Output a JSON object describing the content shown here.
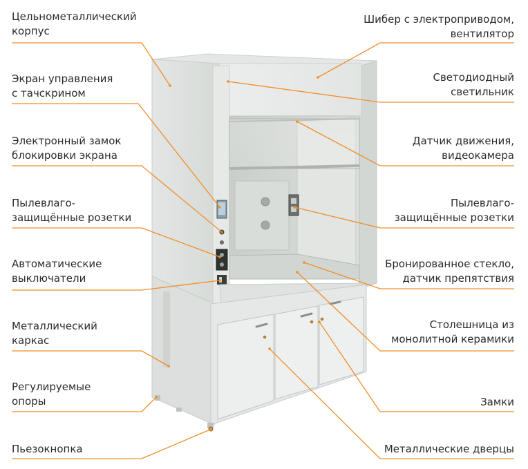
{
  "accent_color": "#f28c28",
  "left_labels": [
    {
      "lines": [
        "Цельнометаллический",
        "корпус"
      ]
    },
    {
      "lines": [
        "Экран управления",
        "с тачскрином"
      ]
    },
    {
      "lines": [
        "Электронный замок",
        "блокировки экрана"
      ]
    },
    {
      "lines": [
        "Пылевлаго-",
        "защищённые розетки"
      ]
    },
    {
      "lines": [
        "Автоматические",
        "выключатели"
      ]
    },
    {
      "lines": [
        "Металлический",
        "каркас"
      ]
    },
    {
      "lines": [
        "Регулируемые",
        "опоры"
      ]
    },
    {
      "lines": [
        "Пьезокнопка"
      ]
    }
  ],
  "right_labels": [
    {
      "lines": [
        "Шибер с электроприводом,",
        "вентилятор"
      ]
    },
    {
      "lines": [
        "Светодиодный",
        "светильник"
      ]
    },
    {
      "lines": [
        "Датчик движения,",
        "видеокамера"
      ]
    },
    {
      "lines": [
        "Пылевлаго-",
        "защищённые розетки"
      ]
    },
    {
      "lines": [
        "Бронированное стекло,",
        "датчик препятствия"
      ]
    },
    {
      "lines": [
        "Столешница из",
        "монолитной керамики"
      ]
    },
    {
      "lines": [
        "Замки"
      ]
    },
    {
      "lines": [
        "Металлические дверцы"
      ]
    }
  ]
}
